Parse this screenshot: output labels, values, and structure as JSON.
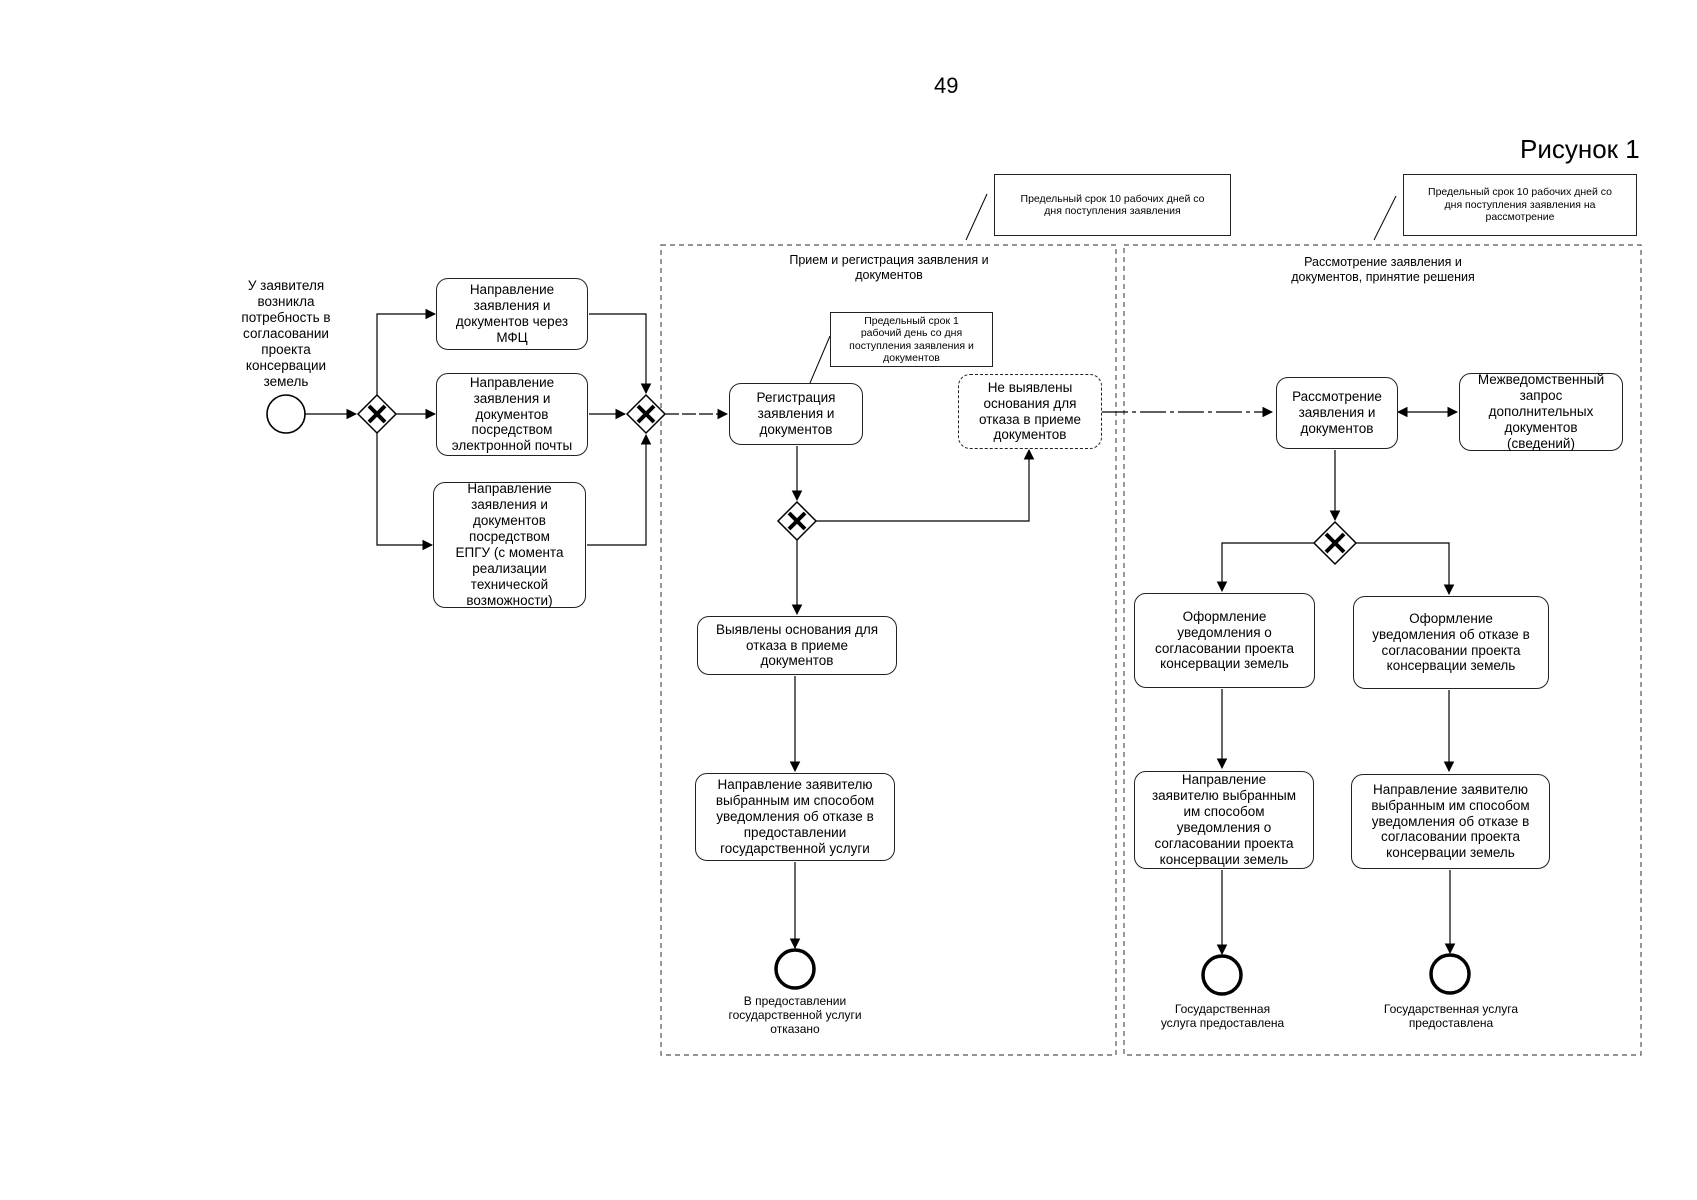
{
  "page_number": "49",
  "figure_label": "Рисунок 1",
  "notes": {
    "intake_deadline": "Предельный срок 10 рабочих дней со\nдня поступления заявления",
    "review_deadline": "Предельный срок 10 рабочих дней со\nдня поступления заявления на\nрассмотрение",
    "registration_deadline": "Предельный срок 1\nрабочий день со дня\nпоступления заявления и\nдокументов"
  },
  "pools": {
    "intake_title": "Прием и регистрация заявления и\nдокументов",
    "review_title": "Рассмотрение заявления и\nдокументов, принятие решения"
  },
  "start": {
    "label": "У заявителя\nвозникла\nпотребность в\nсогласовании\nпроекта\nконсервации\nземель"
  },
  "tasks": {
    "via_mfc": "Направление\nзаявления и\nдокументов через\nМФЦ",
    "via_email": "Направление\nзаявления и\nдокументов\nпосредством\nэлектронной почты",
    "via_epgu": "Направление\nзаявления и\nдокументов\nпосредством\nЕПГУ (с момента\nреализации\nтехнической\nвозможности)",
    "registration": "Регистрация\nзаявления и\nдокументов",
    "no_grounds": "Не выявлены\nоснования для\nотказа в приеме\nдокументов",
    "grounds_found": "Выявлены основания для\nотказа в приеме\nдокументов",
    "send_refusal": "Направление заявителю\nвыбранным им способом\nуведомления об отказе в\nпредоставлении\nгосударственной услуги",
    "review": "Рассмотрение\nзаявления и\nдокументов",
    "interagency": "Межведомственный\nзапрос\nдополнительных\nдокументов\n(сведений)",
    "approval_notice": "Оформление\nуведомления о\nсогласовании проекта\nконсервации земель",
    "refusal_notice": "Оформление\nуведомления об отказе в\nсогласовании проекта\nконсервации земель",
    "send_approval": "Направление\nзаявителю выбранным\nим способом\nуведомления о\nсогласовании проекта\nконсервации земель",
    "send_refusal_approval": "Направление заявителю\nвыбранным им способом\nуведомления об отказе в\nсогласовании проекта\nконсервации земель"
  },
  "ends": {
    "refused": "В предоставлении\nгосударственной услуги\nотказано",
    "provided_1": "Государственная\nуслуга предоставлена",
    "provided_2": "Государственная услуга\nпредоставлена"
  }
}
